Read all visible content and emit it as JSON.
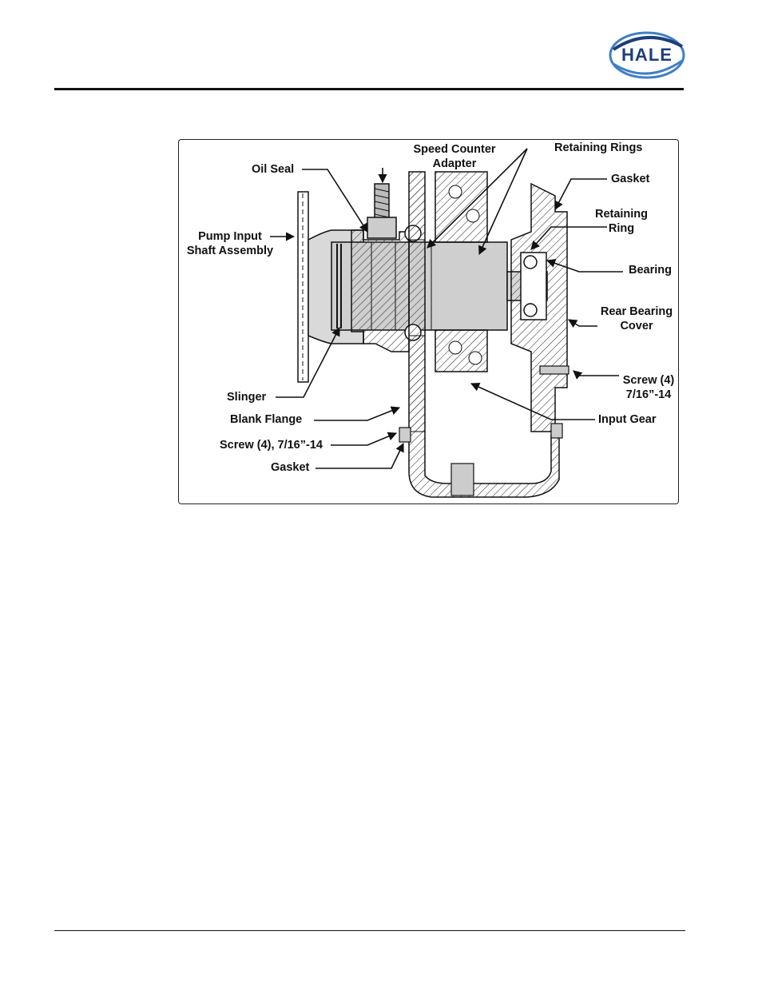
{
  "brand": {
    "logo_text": "HALE",
    "color": "#1d3e78"
  },
  "figure": {
    "callouts": {
      "speed_counter_adapter_1": "Speed Counter",
      "speed_counter_adapter_2": "Adapter",
      "retaining_rings": "Retaining Rings",
      "oil_seal": "Oil Seal",
      "gasket_top": "Gasket",
      "retaining_ring_1": "Retaining",
      "retaining_ring_2": "Ring",
      "pump_input_1": "Pump Input",
      "pump_input_2": "Shaft Assembly",
      "bearing": "Bearing",
      "rear_bearing_cover_1": "Rear Bearing",
      "rear_bearing_cover_2": "Cover",
      "screw_right_1": "Screw (4)",
      "screw_right_2": "7/16”-14",
      "slinger": "Slinger",
      "blank_flange": "Blank Flange",
      "input_gear": "Input Gear",
      "screw_left": "Screw (4), 7/16”-14",
      "gasket_bottom": "Gasket"
    }
  }
}
